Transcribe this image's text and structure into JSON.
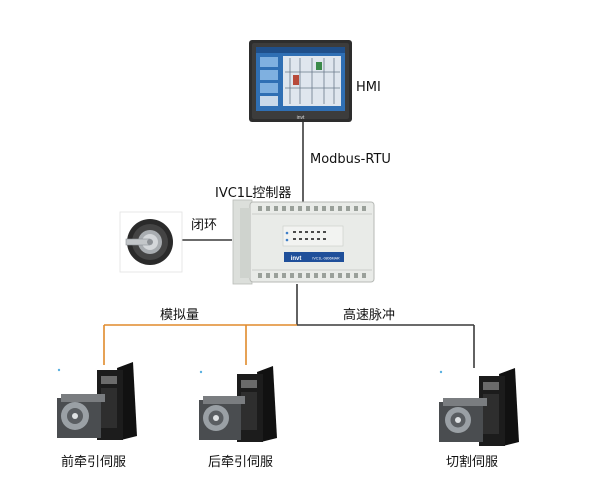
{
  "labels": {
    "hmi": "HMI",
    "protocol": "Modbus-RTU",
    "controller": "IVC1L控制器",
    "closed_loop": "闭环",
    "analog": "模拟量",
    "pulse": "高速脉冲",
    "servo1": "前牵引伺服",
    "servo2": "后牵引伺服",
    "servo3": "切割伺服"
  },
  "device_marks": {
    "hmi_brand": "invt",
    "plc_brand": "invt",
    "plc_model": "IVC1L-0806MAR"
  },
  "colors": {
    "line_dark": "#3a3a3a",
    "line_orange": "#e08a2c",
    "plc_body": "#e9ebe8",
    "panel_dark": "#2d2d2d",
    "screen_blue": "#2f6fb4"
  }
}
